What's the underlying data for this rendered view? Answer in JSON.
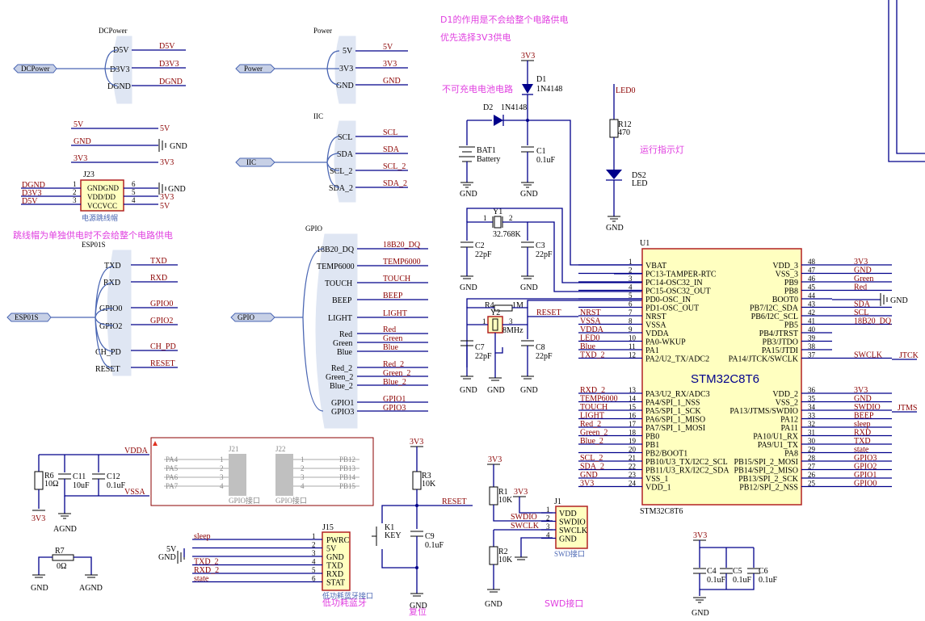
{
  "notes": {
    "d1_a": "D1的作用是不会给整个电路供电",
    "d1_b": "优先选择3V3供电",
    "no_charge": "不可充电电池电路",
    "run_led": "运行指示灯",
    "jumper": "跳线帽为单独供电时不会给整个电路供电",
    "bt": "低功耗蓝牙",
    "reset": "复位",
    "swd": "SWD接口"
  },
  "harness": {
    "dcpower": {
      "title": "DCPower",
      "port": "DCPower",
      "entries": [
        "D5V",
        "D3V3",
        "DGND"
      ],
      "nets": [
        "D5V",
        "D3V3",
        "DGND"
      ]
    },
    "power": {
      "title": "Power",
      "port": "Power",
      "entries": [
        "5V",
        "3V3",
        "GND"
      ],
      "nets": [
        "5V",
        "3V3",
        "GND"
      ]
    },
    "iic": {
      "title": "IIC",
      "port": "IIC",
      "entries": [
        "SCL",
        "SDA",
        "SCL_2",
        "SDA_2"
      ],
      "nets": [
        "SCL",
        "SDA",
        "SCL_2",
        "SDA_2"
      ]
    },
    "esp": {
      "title": "ESP01S",
      "port": "ESP01S",
      "entries": [
        "TXD",
        "RXD",
        "GPIO0",
        "GPIO2",
        "CH_PD",
        "RESET"
      ],
      "nets": [
        "TXD",
        "RXD",
        "GPIO0",
        "GPIO2",
        "CH_PD",
        "RESET"
      ]
    },
    "gpio": {
      "title": "GPIO",
      "port": "GPIO",
      "entries": [
        "18B20_DQ",
        "TEMP6000",
        "TOUCH",
        "BEEP",
        "LIGHT",
        "Red",
        "Green",
        "Blue",
        "Red_2",
        "Green_2",
        "Blue_2",
        "GPIO1",
        "GPIO3"
      ],
      "nets": [
        "18B20_DQ",
        "TEMP6000",
        "TOUCH",
        "BEEP",
        "LIGHT",
        "Red",
        "Green",
        "Blue",
        "Red_2",
        "Green_2",
        "Blue_2",
        "GPIO1",
        "GPIO3"
      ]
    }
  },
  "power_nets": {
    "n5v": "5V",
    "gnd": "GND",
    "n3v3": "3V3",
    "agnd": "AGND",
    "vdda": "VDDA",
    "vssa": "VSSA"
  },
  "j23": {
    "ref": "J23",
    "name": "电源跳线帽",
    "pins": [
      "GNDGND",
      "VDD/DD",
      "VCCVCC"
    ],
    "left_nets": [
      "DGND",
      "D3V3",
      "D5V"
    ],
    "nums_l": [
      "1",
      "2",
      "3"
    ],
    "nums_r": [
      "6",
      "5",
      "4"
    ],
    "right_nets": [
      "GND",
      "3V3",
      "5V"
    ]
  },
  "power_section": {
    "d1": {
      "ref": "D1",
      "value": "1N4148"
    },
    "d2": {
      "ref": "D2",
      "value": "1N4148"
    },
    "bat": {
      "ref": "BAT1",
      "value": "Battery"
    },
    "c1": {
      "ref": "C1",
      "value": "0.1uF"
    },
    "led0": "LED0",
    "r12": {
      "ref": "R12",
      "value": "470"
    },
    "ds2": {
      "ref": "DS2",
      "value": "LED"
    }
  },
  "osc": {
    "y1": {
      "ref": "Y1",
      "value": "32.768K"
    },
    "y2": {
      "ref": "Y2",
      "value": "8MHz"
    },
    "c2": {
      "ref": "C2",
      "value": "22pF"
    },
    "c3": {
      "ref": "C3",
      "value": "22pF"
    },
    "c7": {
      "ref": "C7",
      "value": "22pF"
    },
    "c8": {
      "ref": "C8",
      "value": "22pF"
    },
    "r4": {
      "ref": "R4",
      "value": "1M"
    },
    "reset": "RESET"
  },
  "mcu": {
    "ref": "U1",
    "name": "STM32C8T6",
    "footer": "STM32C8T6",
    "left_top": [
      {
        "num": "1",
        "pin": "VBAT",
        "net": ""
      },
      {
        "num": "2",
        "pin": "PC13-TAMPER-RTC",
        "net": ""
      },
      {
        "num": "3",
        "pin": "PC14-OSC32_IN",
        "net": ""
      },
      {
        "num": "4",
        "pin": "PC15-OSC32_OUT",
        "net": ""
      },
      {
        "num": "5",
        "pin": "PD0-OSC_IN",
        "net": ""
      },
      {
        "num": "6",
        "pin": "PD1-OSC_OUT",
        "net": ""
      },
      {
        "num": "7",
        "pin": "NRST",
        "net": "NRST"
      },
      {
        "num": "8",
        "pin": "VSSA",
        "net": "VSSA"
      },
      {
        "num": "9",
        "pin": "VDDA",
        "net": "VDDA"
      },
      {
        "num": "10",
        "pin": "PA0-WKUP",
        "net": "LED0"
      },
      {
        "num": "11",
        "pin": "PA1",
        "net": "Blue"
      },
      {
        "num": "12",
        "pin": "PA2/U2_TX/ADC2",
        "net": "TXD_2"
      }
    ],
    "left_bot": [
      {
        "num": "13",
        "pin": "PA3/U2_RX/ADC3",
        "net": "RXD_2"
      },
      {
        "num": "14",
        "pin": "PA4/SPI_1_NSS",
        "net": "TEMP6000"
      },
      {
        "num": "15",
        "pin": "PA5/SPI_1_SCK",
        "net": "TOUCH"
      },
      {
        "num": "16",
        "pin": "PA6/SPI_1_MISO",
        "net": "LIGHT"
      },
      {
        "num": "17",
        "pin": "PA7/SPI_1_MOSI",
        "net": "Red_2"
      },
      {
        "num": "18",
        "pin": "PB0",
        "net": "Green_2"
      },
      {
        "num": "19",
        "pin": "PB1",
        "net": "Blue_2"
      },
      {
        "num": "20",
        "pin": "PB2/BOOT1",
        "net": ""
      },
      {
        "num": "21",
        "pin": "PB10/U3_TX/I2C2_SCL",
        "net": "SCL_2"
      },
      {
        "num": "22",
        "pin": "PB11/U3_RX/I2C2_SDA",
        "net": "SDA_2"
      },
      {
        "num": "23",
        "pin": "VSS_1",
        "net": "GND"
      },
      {
        "num": "24",
        "pin": "VDD_1",
        "net": "3V3"
      }
    ],
    "right_top": [
      {
        "num": "48",
        "pin": "VDD_3",
        "net": "3V3"
      },
      {
        "num": "47",
        "pin": "VSS_3",
        "net": "GND"
      },
      {
        "num": "46",
        "pin": "PB9",
        "net": "Green"
      },
      {
        "num": "45",
        "pin": "PB8",
        "net": "Red"
      },
      {
        "num": "44",
        "pin": "BOOT0",
        "net": ""
      },
      {
        "num": "43",
        "pin": "PB7/I2C_SDA",
        "net": "SDA"
      },
      {
        "num": "42",
        "pin": "PB6/I2C_SCL",
        "net": "SCL"
      },
      {
        "num": "41",
        "pin": "PB5",
        "net": "18B20_DQ"
      },
      {
        "num": "40",
        "pin": "PB4/JTRST",
        "net": ""
      },
      {
        "num": "39",
        "pin": "PB3/JTDO",
        "net": ""
      },
      {
        "num": "38",
        "pin": "PA15/JTDI",
        "net": ""
      },
      {
        "num": "37",
        "pin": "PA14/JTCK/SWCLK",
        "net": "SWCLK"
      }
    ],
    "right_bot": [
      {
        "num": "36",
        "pin": "VDD_2",
        "net": "3V3"
      },
      {
        "num": "35",
        "pin": "VSS_2",
        "net": "GND"
      },
      {
        "num": "34",
        "pin": "PA13/JTMS/SWDIO",
        "net": "SWDIO"
      },
      {
        "num": "33",
        "pin": "PA12",
        "net": "BEEP"
      },
      {
        "num": "32",
        "pin": "PA11",
        "net": "sleep"
      },
      {
        "num": "31",
        "pin": "PA10/U1_RX",
        "net": "RXD"
      },
      {
        "num": "30",
        "pin": "PA9/U1_TX",
        "net": "TXD"
      },
      {
        "num": "29",
        "pin": "PA8",
        "net": "state"
      },
      {
        "num": "28",
        "pin": "PB15/SPI_2_MOSI",
        "net": "GPIO3"
      },
      {
        "num": "27",
        "pin": "PB14/SPI_2_MISO",
        "net": "GPIO2"
      },
      {
        "num": "26",
        "pin": "PB13/SPI_2_SCK",
        "net": "GPIO1"
      },
      {
        "num": "25",
        "pin": "PB12/SPI_2_NSS",
        "net": "GPIO0"
      }
    ],
    "jtck": "JTCK",
    "jtms": "JTMS"
  },
  "analog": {
    "vdda": "VDDA",
    "vssa": "VSSA",
    "n3v3": "3V3",
    "agnd": "AGND",
    "r6": {
      "ref": "R6",
      "value": "10Ω"
    },
    "c11": {
      "ref": "C11",
      "value": "10uF"
    },
    "c12": {
      "ref": "C12",
      "value": "0.1uF"
    },
    "r7": {
      "ref": "R7",
      "value": "0Ω"
    }
  },
  "gpio_header": {
    "j21": "J21",
    "j22": "J22",
    "left": [
      "PA4",
      "PA5",
      "PA6",
      "PA7"
    ],
    "right": [
      "PB12",
      "PB13",
      "PB14",
      "PB15"
    ],
    "nums": [
      "1",
      "2",
      "3",
      "4"
    ],
    "cap1": "GPIO接口",
    "cap2": "GPIO接口"
  },
  "bt": {
    "ref": "J15",
    "caption": "低功耗蓝牙接口",
    "pins": [
      "PWRC",
      "5V",
      "GND",
      "TXD",
      "RXD",
      "STAT"
    ],
    "nets": [
      "sleep",
      "",
      "",
      "TXD_2",
      "RXD_2",
      "state"
    ],
    "nums": [
      "1",
      "2",
      "3",
      "4",
      "5",
      "6"
    ],
    "n5v": "5V",
    "gnd": "GND"
  },
  "reset_circuit": {
    "n3v3": "3V3",
    "r3": {
      "ref": "R3",
      "value": "10K"
    },
    "net": "RESET",
    "k1": {
      "ref": "K1",
      "value": "KEY"
    },
    "c9": {
      "ref": "C9",
      "value": "0.1uF"
    },
    "gnd": "GND"
  },
  "swd": {
    "ref": "J1",
    "caption": "SWD接口",
    "pins": [
      "VDD",
      "SWDIO",
      "SWCLK",
      "GND"
    ],
    "nums": [
      "1",
      "2",
      "3",
      "4"
    ],
    "nets": [
      "SWDIO",
      "SWCLK"
    ],
    "r1": {
      "ref": "R1",
      "value": "10K"
    },
    "r2": {
      "ref": "R2",
      "value": "10K"
    },
    "n3v3": "3V3",
    "gnd": "GND"
  },
  "decoupling": {
    "n3v3": "3V3",
    "gnd": "GND",
    "caps": [
      {
        "ref": "C4",
        "value": "0.1uF"
      },
      {
        "ref": "C5",
        "value": "0.1uF"
      },
      {
        "ref": "C6",
        "value": "0.1uF"
      }
    ]
  }
}
